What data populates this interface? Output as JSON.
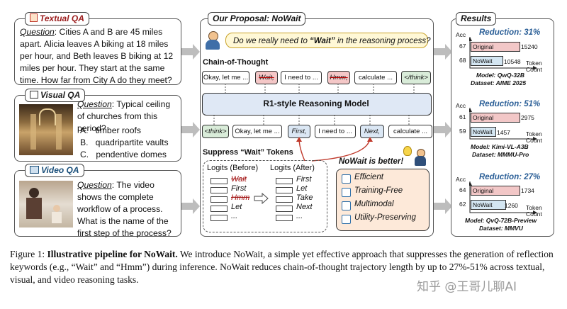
{
  "left": {
    "textual": {
      "title": "Textual QA",
      "q_label": "Question",
      "q_text": ": Cities A and B are 45 miles apart. Alicia leaves A biking at 18 miles per hour, and Beth leaves B biking at 12 miles per hour. They start at the same time. How far from City A do they meet?"
    },
    "visual": {
      "title": "Visual QA",
      "q_label": "Question",
      "q_text": ": Typical ceiling of churches from this period?",
      "options": [
        "A.   timber roofs",
        "B.   quadripartite vaults",
        "C.   pendentive domes"
      ]
    },
    "video": {
      "title": "Video QA",
      "q_label": "Question",
      "q_text": ": The video shows the complete workflow of a process. What is the name of the first step of the process?"
    }
  },
  "middle": {
    "title": "Our Proposal: NoWait",
    "speech_pre": "Do we really need to ",
    "speech_bold": "“Wait”",
    "speech_post": " in the reasoning process?",
    "cot_label": "Chain-of-Thought",
    "top_tokens": [
      "Okay, let me ...",
      "Wait,",
      "I need to ...",
      "Hmm,",
      "calculate ...",
      "</think>"
    ],
    "model_label": "R1-style Reasoning Model",
    "bottom_tokens": [
      "<think>",
      "Okay, let me ...",
      "First,",
      "I need to ...",
      "Next,",
      "calculate ..."
    ],
    "suppress_label": "Suppress “Wait” Tokens",
    "logits_before_label": "Logits (Before)",
    "logits_after_label": "Logits (After)",
    "logits_before": [
      "Wait",
      "First",
      "Hmm",
      "Let",
      "..."
    ],
    "logits_after": [
      "First",
      "Let",
      "Take",
      "Next",
      "..."
    ],
    "better_label": "NoWait is better!",
    "benefits": [
      "Efficient",
      "Training-Free",
      "Multimodal",
      "Utility-Preserving"
    ]
  },
  "results": {
    "title": "Results",
    "items": [
      {
        "reduction": "Reduction: 31%",
        "orig_acc": "67",
        "orig_label": "Original",
        "orig_count": "15240",
        "now_acc": "68",
        "now_label": "NoWait",
        "now_count": "10548",
        "model": "Model: QwQ-32B",
        "dataset": "Dataset: AIME 2025"
      },
      {
        "reduction": "Reduction: 51%",
        "orig_acc": "61",
        "orig_label": "Original",
        "orig_count": "2975",
        "now_acc": "59",
        "now_label": "NoWait",
        "now_count": "1457",
        "model": "Model: Kimi-VL-A3B",
        "dataset": "Dataset: MMMU-Pro"
      },
      {
        "reduction": "Reduction: 27%",
        "orig_acc": "64",
        "orig_label": "Original",
        "orig_count": "1734",
        "now_acc": "62",
        "now_label": "NoWait",
        "now_count": "1260",
        "model": "Model: QvQ-72B-Preview",
        "dataset": "Dataset: MMVU"
      }
    ],
    "acc_label": "Acc",
    "token_label": "Token",
    "count_label": "Count"
  },
  "caption": {
    "fig": "Figure 1: ",
    "bold": "Illustrative pipeline for NoWait.",
    "text": " We introduce NoWait, a simple yet effective approach that suppresses the generation of reflection keywords (e.g., “Wait” and “Hmm”) during inference. NoWait reduces chain-of-thought trajectory length by up to 27%-51% across textual, visual, and video reasoning tasks."
  },
  "watermark": "知乎 @王哥儿聊AI",
  "colors": {
    "accent_blue": "#2b5f97",
    "orig_red": "#f2c7c7",
    "nowait_blue": "#d4e6f2"
  }
}
